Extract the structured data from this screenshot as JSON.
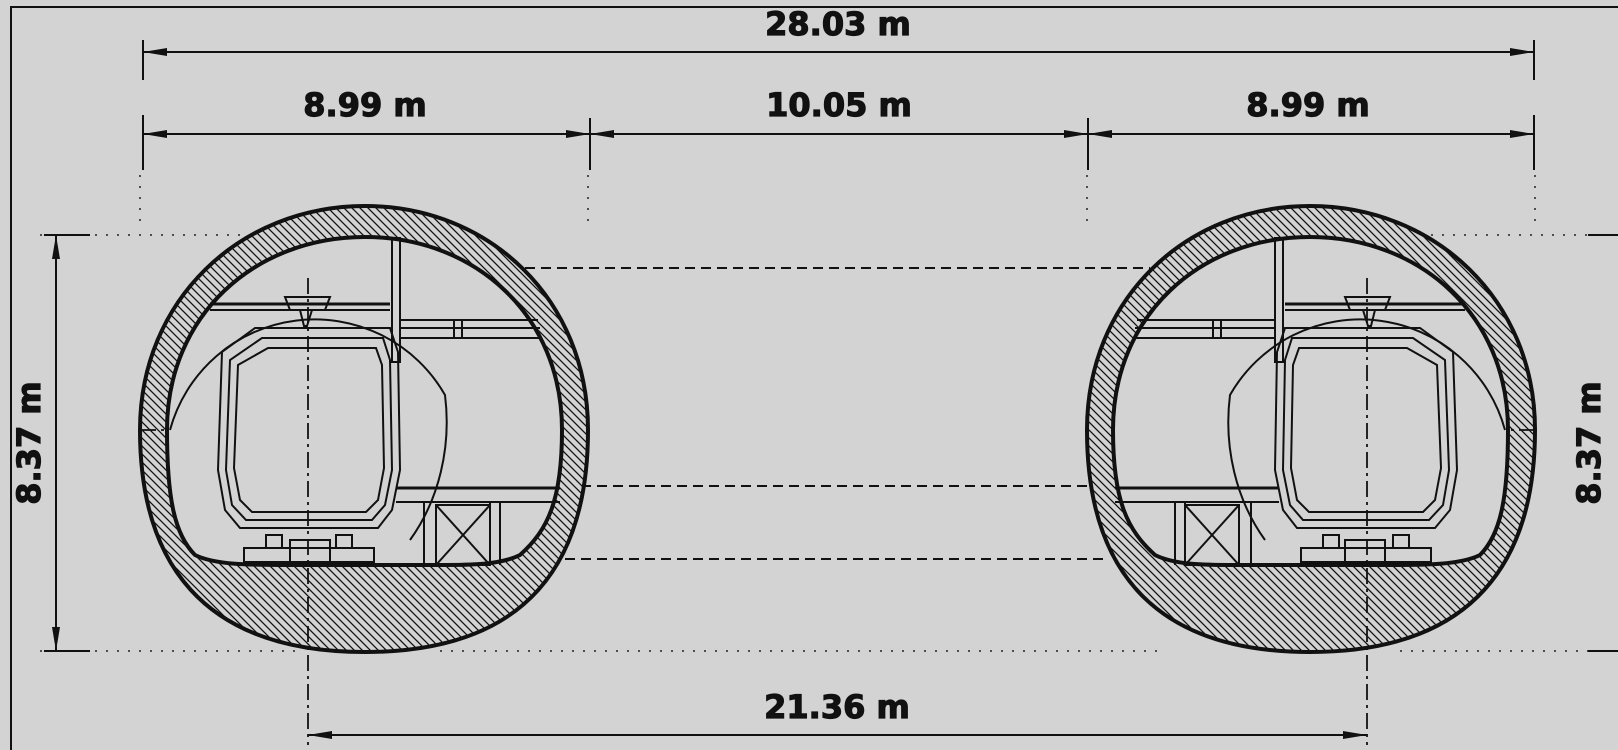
{
  "dimensions": {
    "total_width": "28.03 m",
    "left_tube_width": "8.99 m",
    "gap_between_tubes": "10.05 m",
    "right_tube_width": "8.99 m",
    "tube_height_left": "8.37 m",
    "tube_height_right": "8.37 m",
    "track_center_distance": "21.36 m"
  },
  "colors": {
    "background": "#d3d3d3",
    "line": "#111111"
  }
}
